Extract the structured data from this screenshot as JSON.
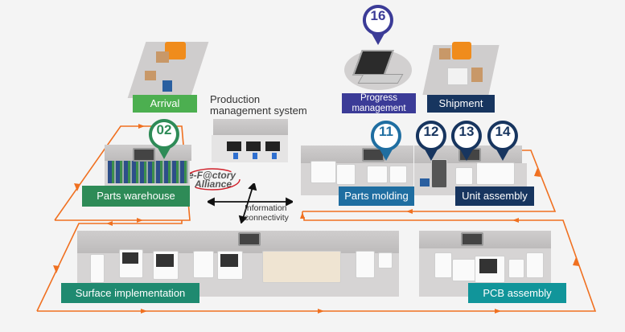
{
  "diagram": {
    "colors": {
      "flow_arrow": "#f07020",
      "green": "#4caf50",
      "dark_green": "#2e8b57",
      "teal_green": "#1f8a70",
      "teal": "#11959a",
      "blue": "#1f6ea1",
      "navy": "#17355f",
      "indigo": "#3b3b97"
    },
    "areas": [
      {
        "id": "arrival",
        "label": "Arrival"
      },
      {
        "id": "production_management",
        "label": "Production management system"
      },
      {
        "id": "progress_management",
        "label": "Progress management",
        "marker": "16"
      },
      {
        "id": "shipment",
        "label": "Shipment"
      },
      {
        "id": "parts_warehouse",
        "label": "Parts warehouse",
        "marker": "02"
      },
      {
        "id": "parts_molding",
        "label": "Parts molding",
        "marker": "11"
      },
      {
        "id": "unit_assembly",
        "label": "Unit assembly",
        "markers": [
          "12",
          "13",
          "14"
        ]
      },
      {
        "id": "surface_implementation",
        "label": "Surface implementation"
      },
      {
        "id": "pcb_assembly",
        "label": "PCB assembly"
      }
    ],
    "production_note": [
      "Production",
      "management system"
    ],
    "efa_logo": [
      "e-F@ctory",
      "Alliance"
    ],
    "info_note": [
      "Information",
      "connectivity"
    ],
    "labels": {
      "arrival": "Arrival",
      "progress_1": "Progress",
      "progress_2": "management",
      "shipment": "Shipment",
      "parts_warehouse": "Parts warehouse",
      "parts_molding": "Parts molding",
      "unit_assembly": "Unit assembly",
      "surface_implementation": "Surface implementation",
      "pcb_assembly": "PCB assembly"
    },
    "markers": {
      "m02": "02",
      "m11": "11",
      "m12": "12",
      "m13": "13",
      "m14": "14",
      "m16": "16"
    }
  }
}
